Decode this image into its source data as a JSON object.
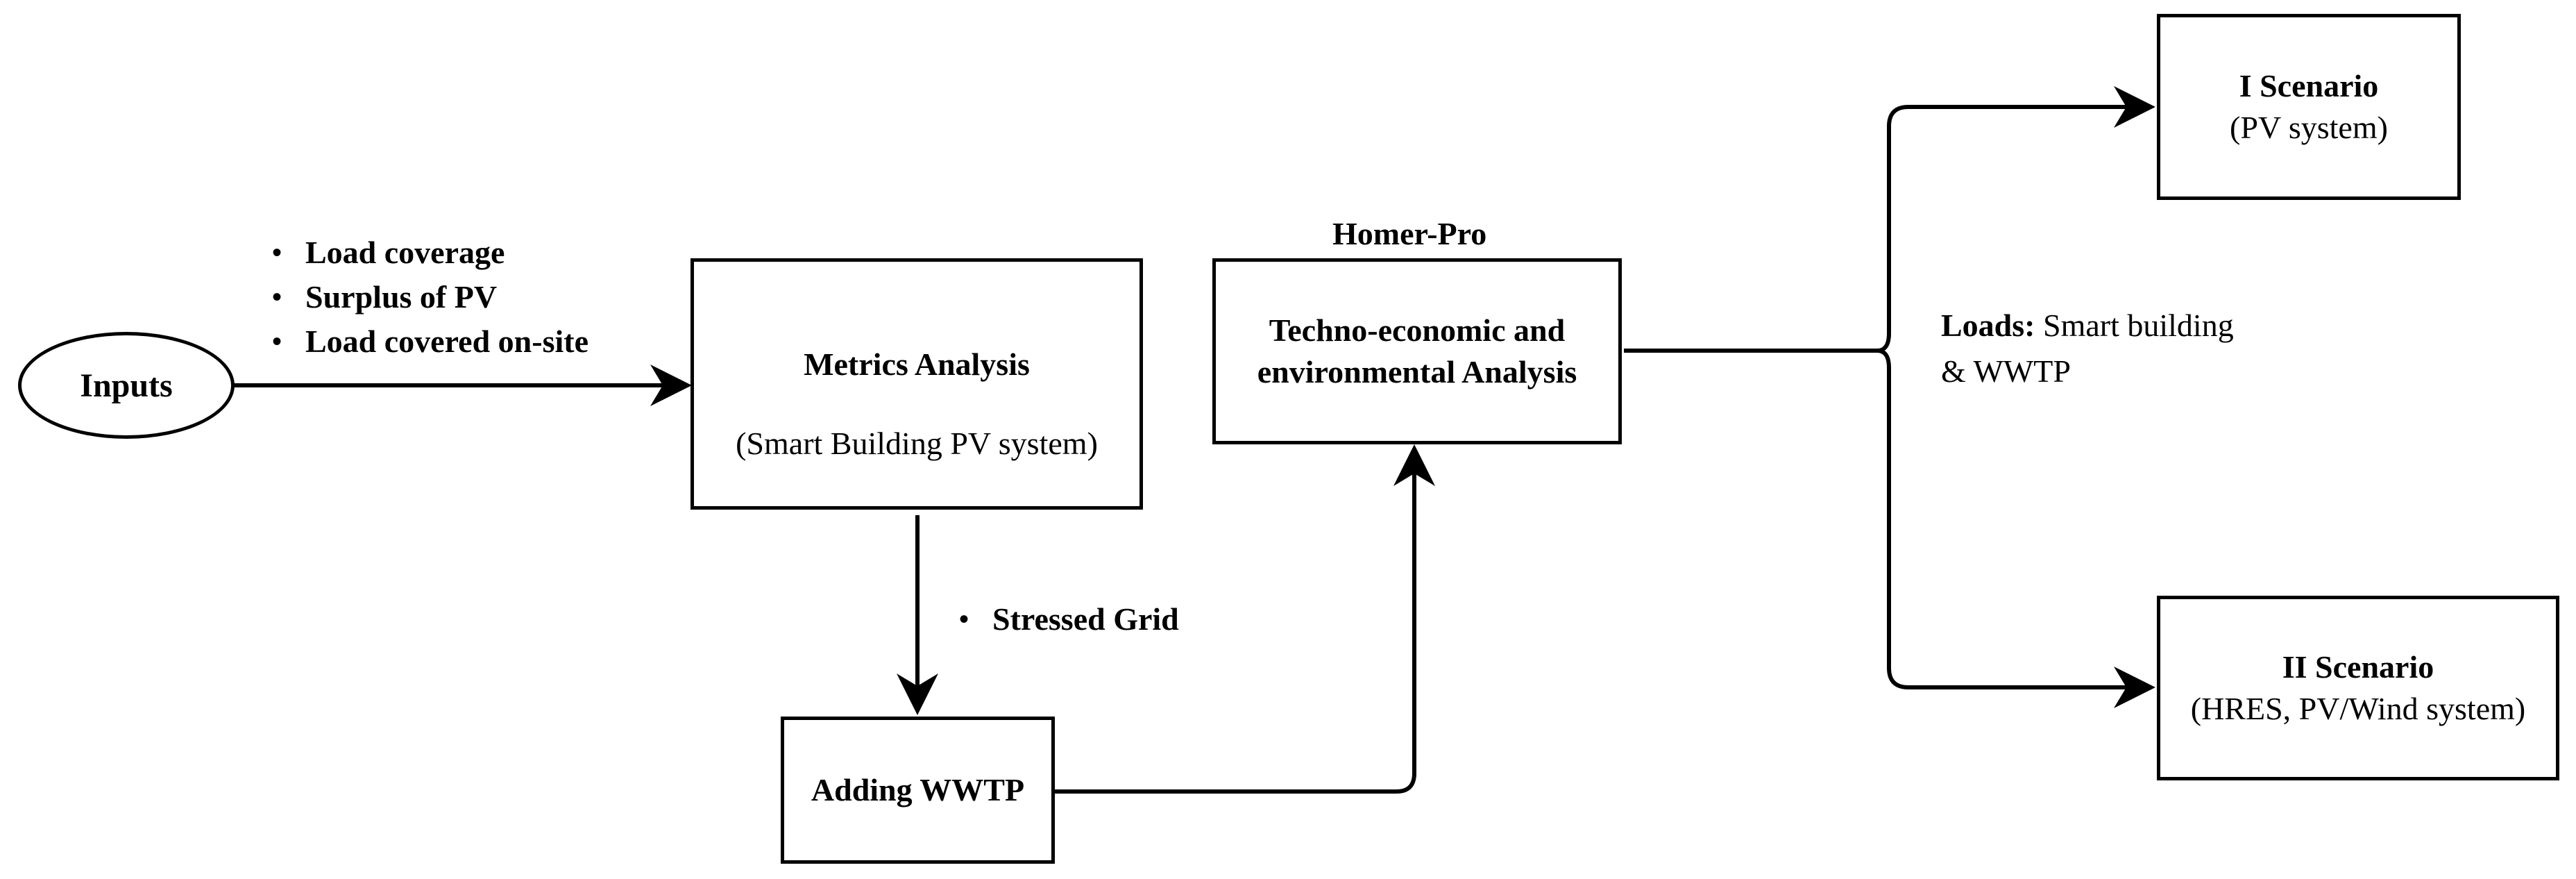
{
  "inputs": {
    "label": "Inputs"
  },
  "input_bullets": [
    "Load coverage",
    "Surplus of PV",
    "Load covered on-site"
  ],
  "metrics_box": {
    "title": "Metrics Analysis",
    "subtitle": "(Smart Building PV system)"
  },
  "stressed_grid": {
    "label": "Stressed Grid"
  },
  "wwtp_box": {
    "label": "Adding WWTP"
  },
  "homer_label": "Homer-Pro",
  "techno_box": {
    "line1": "Techno-economic and",
    "line2": "environmental Analysis"
  },
  "loads_note": {
    "prefix": "Loads:",
    "text1": " Smart building",
    "text2": "& WWTP"
  },
  "scenario1": {
    "title": "I Scenario",
    "subtitle": "(PV system)"
  },
  "scenario2": {
    "title": "II Scenario",
    "subtitle": "(HRES, PV/Wind system)"
  },
  "bullet_glyph": "•"
}
